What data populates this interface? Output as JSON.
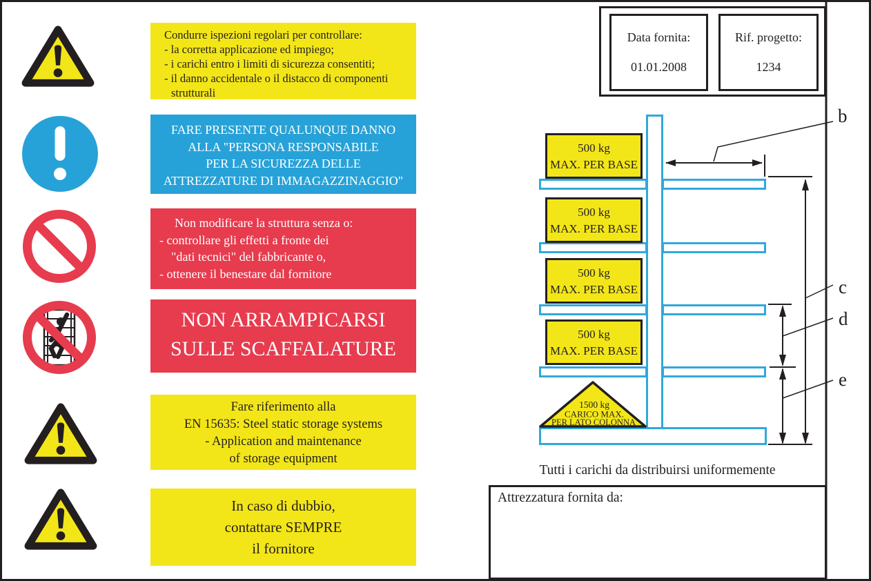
{
  "colors": {
    "yellow": "#f3e618",
    "blue": "#27a2d8",
    "red": "#e73b4e",
    "rack": "#2fa8dc",
    "ink": "#231f20"
  },
  "header": {
    "date_label": "Data fornita:",
    "date_value": "01.01.2008",
    "project_label": "Rif. progetto:",
    "project_value": "1234"
  },
  "icons": [
    {
      "name": "warning-triangle-icon"
    },
    {
      "name": "mandatory-attention-icon"
    },
    {
      "name": "prohibition-icon"
    },
    {
      "name": "no-climbing-icon"
    },
    {
      "name": "warning-triangle-icon"
    },
    {
      "name": "warning-triangle-icon"
    }
  ],
  "notices": [
    {
      "lines": [
        "Condurre ispezioni regolari per controllare:",
        "- la corretta applicazione ed impiego;",
        "- i carichi entro i limiti di sicurezza consentiti;",
        "- il danno accidentale o il distacco di componenti",
        "strutturali"
      ]
    },
    {
      "lines": [
        "FARE PRESENTE QUALUNQUE DANNO",
        "ALLA \"PERSONA RESPONSABILE",
        "PER LA SICUREZZA DELLE",
        "ATTREZZATURE DI IMMAGAZZINAGGIO\""
      ]
    },
    {
      "lines": [
        "Non modificare la struttura senza o:",
        "- controllare gli effetti a fronte dei",
        "\"dati tecnici\" del fabbricante o,",
        "- ottenere il benestare dal fornitore"
      ]
    },
    {
      "lines": [
        "NON ARRAMPICARSI",
        "SULLE SCAFFALATURE"
      ]
    },
    {
      "lines": [
        "Fare riferimento alla",
        "EN 15635: Steel static storage systems",
        "- Application and maintenance",
        "of storage equipment"
      ]
    },
    {
      "lines": [
        "In caso di dubbio,",
        "contattare SEMPRE",
        "il fornitore"
      ]
    }
  ],
  "diagram": {
    "arm_labels": [
      {
        "line1": "500 kg",
        "line2": "MAX. PER BASE"
      },
      {
        "line1": "500 kg",
        "line2": "MAX. PER BASE"
      },
      {
        "line1": "500 kg",
        "line2": "MAX. PER BASE"
      },
      {
        "line1": "500 kg",
        "line2": "MAX. PER BASE"
      }
    ],
    "column_label": {
      "line1": "1500 kg",
      "line2": "CARICO MAX.",
      "line3": "PER LATO COLONNA"
    },
    "dims": {
      "b": "b",
      "c": "c",
      "d": "d",
      "e": "e"
    },
    "footnote": "Tutti i carichi da distribuirsi uniformemente"
  },
  "supplier": {
    "label": "Attrezzatura fornita da:"
  }
}
